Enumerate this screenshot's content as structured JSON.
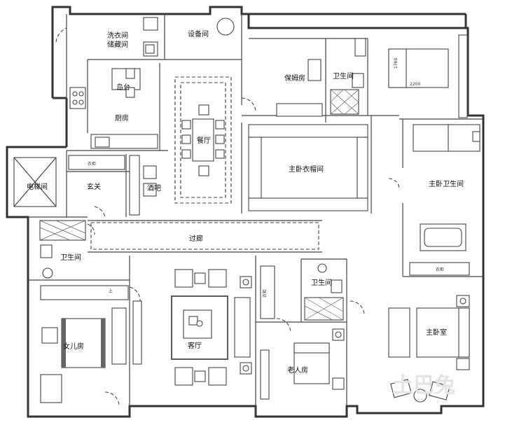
{
  "rooms": {
    "laundry": "洗衣间",
    "storage": "储藏间",
    "equipment": "设备间",
    "island": "岛台",
    "kitchen": "厨房",
    "dining": "餐厅",
    "nanny": "保姆房",
    "bath_nanny": "卫生间",
    "master_closet": "主卧衣帽间",
    "elevator": "电梯间",
    "foyer": "玄关",
    "bar": "酒吧",
    "master_bath": "主卧卫生间",
    "corridor": "过廊",
    "bath_left": "卫生间",
    "bath_middle": "卫生间",
    "daughter": "女儿房",
    "living": "客厅",
    "elderly": "老人房",
    "master_bedroom": "主卧室"
  },
  "annotations": {
    "cabinet_a": "衣柜",
    "cabinet_b": "衣柜",
    "cabinet_c": "衣柜",
    "dim_1700": "1700",
    "dim_2200": "2200",
    "up": "上"
  },
  "watermark": "土巴兔"
}
